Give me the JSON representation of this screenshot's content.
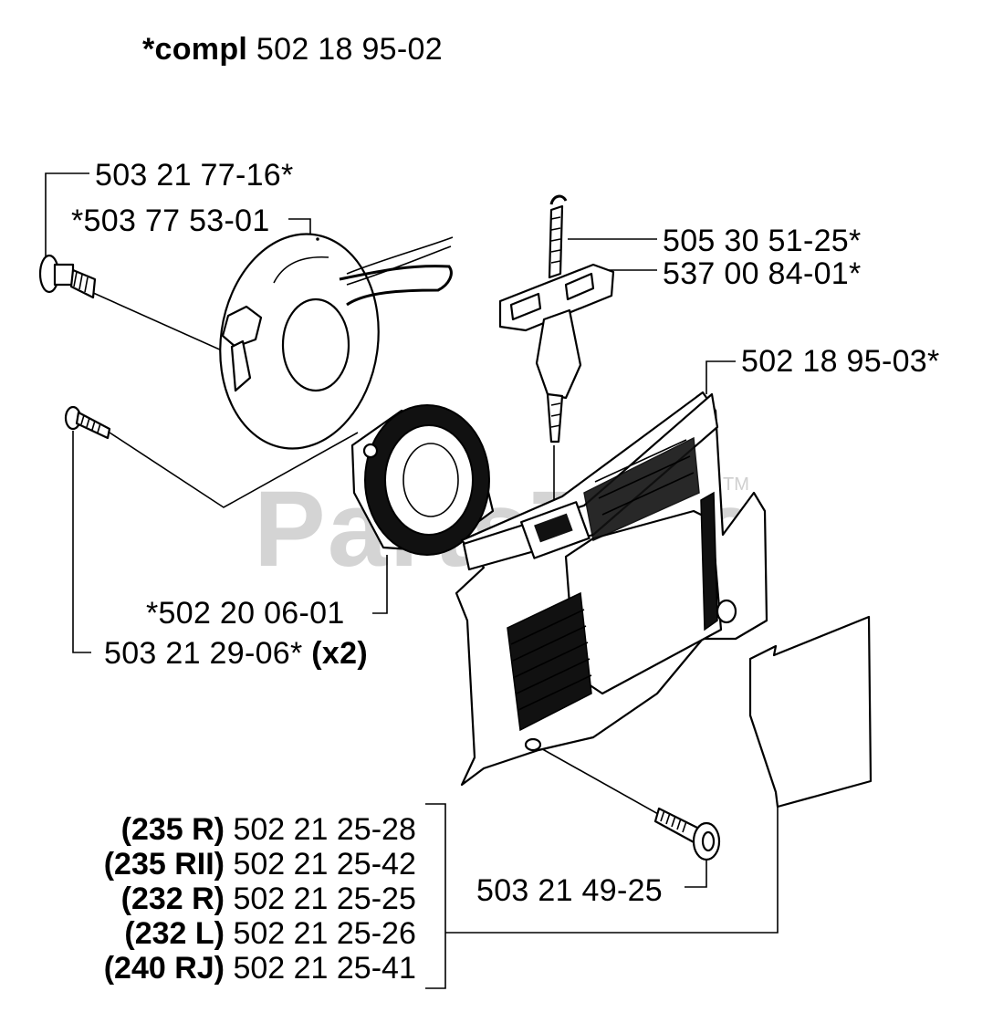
{
  "header": {
    "prefix": "*compl",
    "number": "502 18 95-02"
  },
  "labels": {
    "bolt_top": "503 21 77-16*",
    "pulley": "*503 77 53-01",
    "rope": "505 30 51-25*",
    "handle": "537 00 84-01*",
    "cover": "502 18 95-03*",
    "spring": "*502 20 06-01",
    "screw_pair": "503 21 29-06*",
    "screw_pair_qty": "(x2)",
    "screw_bottom": "503 21 49-25"
  },
  "models": [
    {
      "model": "(235 R)",
      "part": "502 21 25-28"
    },
    {
      "model": "(235 RII)",
      "part": "502 21 25-42"
    },
    {
      "model": "(232 R)",
      "part": "502 21 25-25"
    },
    {
      "model": "(232 L)",
      "part": "502 21 25-26"
    },
    {
      "model": "(240 RJ)",
      "part": "502 21 25-41"
    }
  ],
  "watermark": {
    "text": "PartsTree",
    "tm": "TM"
  }
}
